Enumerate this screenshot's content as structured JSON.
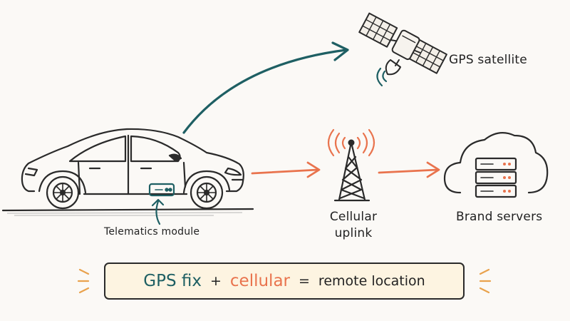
{
  "labels": {
    "satellite": "GPS satellite",
    "tower_line1": "Cellular",
    "tower_line2": "uplink",
    "servers": "Brand servers",
    "module": "Telematics module"
  },
  "banner": {
    "gps": "GPS fix",
    "plus": "+",
    "cellular": "cellular",
    "equals": "=",
    "result": "remote location"
  },
  "colors": {
    "gps_teal": "#1e5f63",
    "cellular_orange": "#e9734d",
    "banner_bg": "#fdf4e1",
    "ink": "#2a2a2a"
  },
  "icons": [
    "car-icon",
    "telematics-module-icon",
    "satellite-icon",
    "cell-tower-icon",
    "cloud-server-icon"
  ]
}
